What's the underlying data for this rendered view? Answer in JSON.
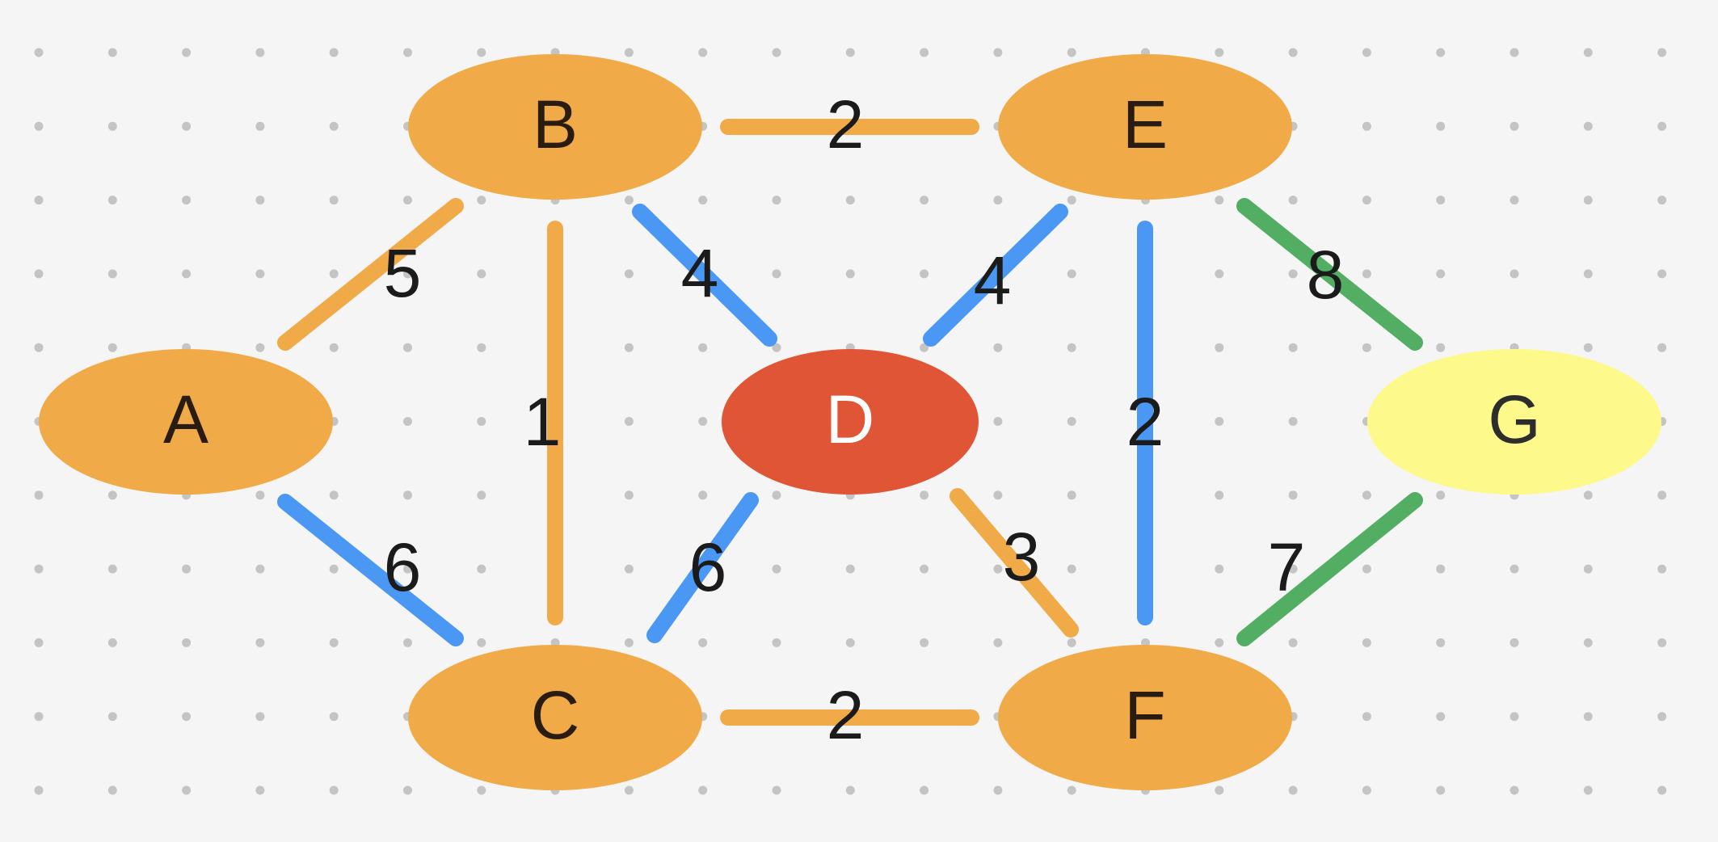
{
  "colors": {
    "background": "#f5f5f5",
    "grid_dot": "#c4c4c4",
    "node_default": "#f1aa48",
    "node_current": "#e05535",
    "node_target": "#fdf98a",
    "node_text_dark": "#2a1c10",
    "node_text_light": "#ffffff",
    "edge_orange": "#f1aa48",
    "edge_blue": "#4a98f3",
    "edge_green": "#52ae63",
    "weight_text": "#1b1b1b"
  },
  "nodes": [
    {
      "id": "A",
      "label": "A",
      "state": "default"
    },
    {
      "id": "B",
      "label": "B",
      "state": "default"
    },
    {
      "id": "C",
      "label": "C",
      "state": "default"
    },
    {
      "id": "D",
      "label": "D",
      "state": "current"
    },
    {
      "id": "E",
      "label": "E",
      "state": "default"
    },
    {
      "id": "F",
      "label": "F",
      "state": "default"
    },
    {
      "id": "G",
      "label": "G",
      "state": "target"
    }
  ],
  "edges": [
    {
      "from": "A",
      "to": "B",
      "weight": "5",
      "color": "orange"
    },
    {
      "from": "A",
      "to": "C",
      "weight": "6",
      "color": "blue"
    },
    {
      "from": "B",
      "to": "C",
      "weight": "1",
      "color": "orange"
    },
    {
      "from": "B",
      "to": "D",
      "weight": "4",
      "color": "blue"
    },
    {
      "from": "B",
      "to": "E",
      "weight": "2",
      "color": "orange"
    },
    {
      "from": "C",
      "to": "D",
      "weight": "6",
      "color": "blue"
    },
    {
      "from": "C",
      "to": "F",
      "weight": "2",
      "color": "orange"
    },
    {
      "from": "D",
      "to": "E",
      "weight": "4",
      "color": "blue"
    },
    {
      "from": "D",
      "to": "F",
      "weight": "3",
      "color": "orange"
    },
    {
      "from": "E",
      "to": "F",
      "weight": "2",
      "color": "blue"
    },
    {
      "from": "E",
      "to": "G",
      "weight": "8",
      "color": "green"
    },
    {
      "from": "F",
      "to": "G",
      "weight": "7",
      "color": "green"
    }
  ]
}
